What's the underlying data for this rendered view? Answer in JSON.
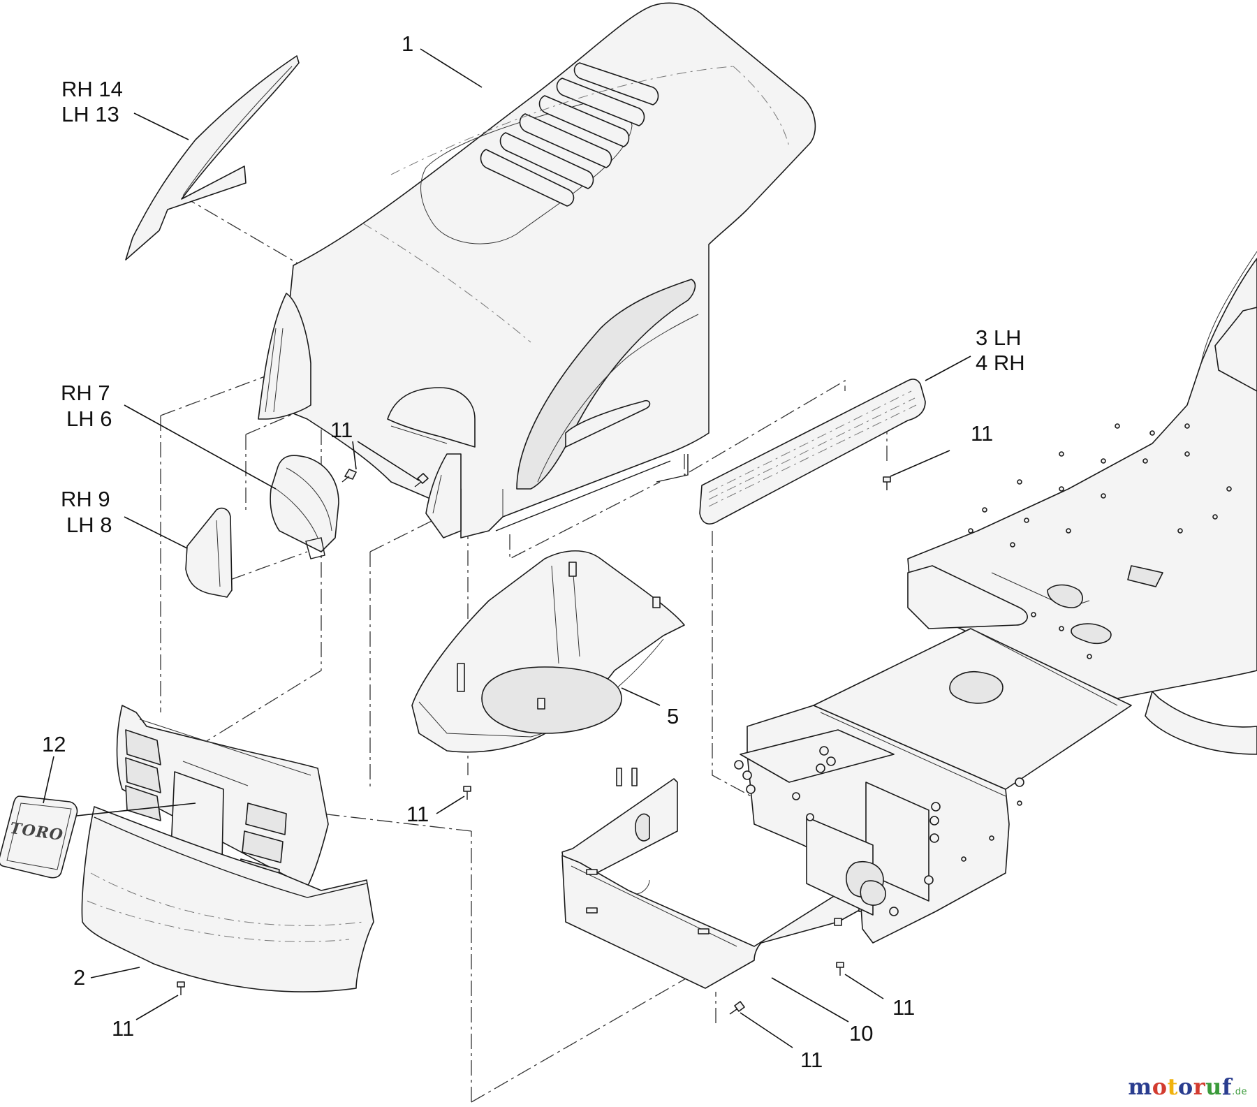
{
  "callouts": {
    "c1": "1",
    "c2": "2",
    "c3_4": [
      "3 LH",
      "4 RH"
    ],
    "c5": "5",
    "c6_7": [
      "RH 7",
      "LH 6"
    ],
    "c8_9": [
      "RH 9",
      "LH 8"
    ],
    "c10": "10",
    "c11": "11",
    "c12": "12",
    "c13_14": [
      "RH 14",
      "LH 13"
    ]
  },
  "decal_text": "TORO",
  "watermark": {
    "parts": [
      "m",
      "o",
      "t",
      "o",
      "r",
      "u",
      "f"
    ],
    "tld": ".de"
  },
  "colors": {
    "watermark_blue": "#2a3d8f",
    "watermark_red": "#d23b2f",
    "watermark_yellow": "#f0b20e",
    "watermark_green": "#3a9a3a"
  }
}
